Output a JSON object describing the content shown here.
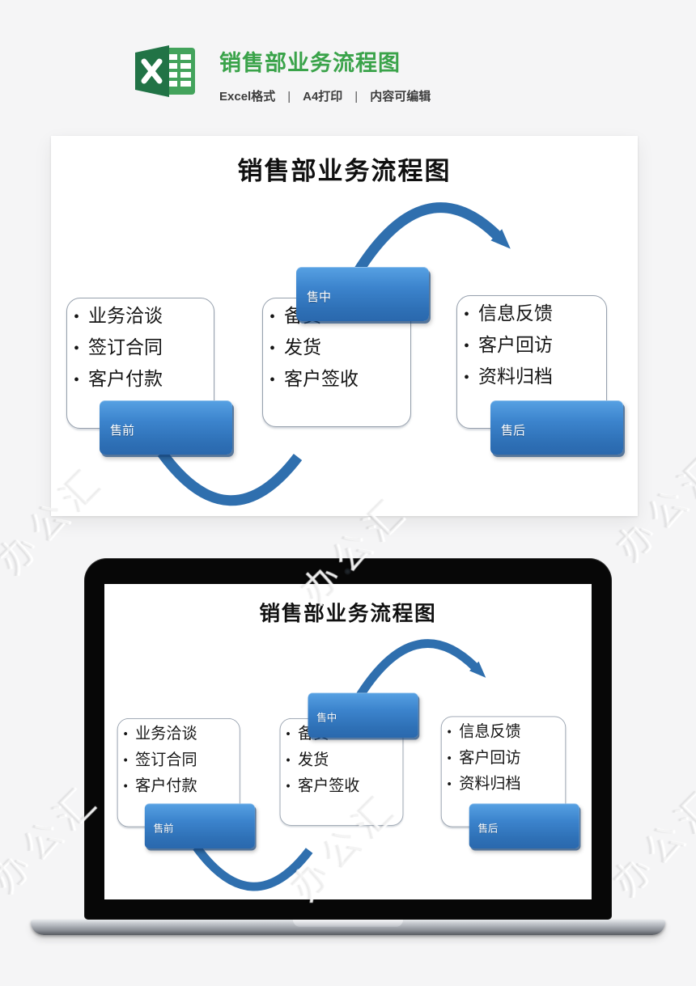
{
  "header": {
    "title": "销售部业务流程图",
    "title_color": "#3aa34a",
    "meta": [
      "Excel格式",
      "A4打印",
      "内容可编辑"
    ],
    "separator": "|",
    "icon": "excel-logo"
  },
  "slide": {
    "title": "销售部业务流程图",
    "bullet": "•",
    "stages": [
      {
        "tab": "售前",
        "tab_position": "bottom-left",
        "items": [
          "业务洽谈",
          "签订合同",
          "客户付款"
        ]
      },
      {
        "tab": "售中",
        "tab_position": "top-middle",
        "items": [
          "备货",
          "发货",
          "客户签收"
        ]
      },
      {
        "tab": "售后",
        "tab_position": "bottom-right",
        "items": [
          "信息反馈",
          "客户回访",
          "资料归档"
        ]
      }
    ],
    "colors": {
      "tab_blue": "#3b7fc4",
      "arrow_blue": "#2f6fae",
      "rect_border": "#96a0ad",
      "header_green": "#3aa34a",
      "excel_dark_green": "#217346",
      "excel_light_green": "#43a35c"
    }
  },
  "watermark": {
    "text": "办公汇"
  }
}
